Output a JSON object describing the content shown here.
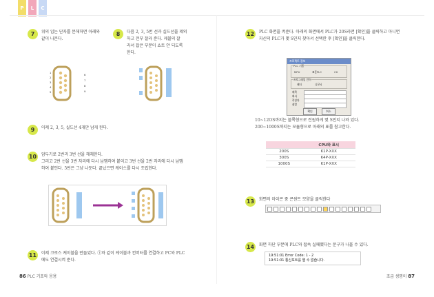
{
  "tabs": [
    "P",
    "L",
    "C"
  ],
  "colors": {
    "tab1": "#f3dd69",
    "tab2": "#f2a7ba",
    "tab3": "#c8d9f5",
    "step": "#d7e84a",
    "arrow": "#9b3294",
    "pin": "#9ec8ef"
  },
  "steps": [
    {
      "n": "7",
      "text": "위의 입는 단자를 분해하면 아래와\n같이 나온다."
    },
    {
      "n": "8",
      "text": "다음 2, 3, 5번 선과 실드선을 제외\n하고 전부 잘라 준다. 케블의 잘\n라서 잡은 부분이 쇼트 안 되도록\n한다."
    },
    {
      "n": "9",
      "text": "이제 2, 3, 5, 실드선 4개만 남게 된다."
    },
    {
      "n": "10",
      "text": "암두기로 2번과 3번 선을 해체한다.\n그리고 2번 선을 3번 자리에 다시 납땜하여 붙이고 3번 선을 2번 자리에 다시 납땜\n하여 붙인다. 5번은 그냥 나둔다. 끝났으면 케이스를 다시 조립한다."
    },
    {
      "n": "11",
      "text": "이제 크로스 케이블을 만들었다. ①와 같이 케이블과 컨버터를 연결하고 PC와 PLC\n에도 연결시켜 준다."
    },
    {
      "n": "12",
      "text": "PLC 화면을 켜준다. 아래의 화면에서 PLC가 20S라면 [확인]을 클릭하고 아니면\n자신의 PLC가 몇 S인지 찾아서 선택한 후 [확인]을 클릭한다."
    },
    {
      "n": "13",
      "text": "화면의 아이콘 중 콘센트 모양을 클릭한다"
    },
    {
      "n": "14",
      "text": "화면 하단 부분에 PLC와 접속 실패했다는 문구가 나올 수 있다."
    }
  ],
  "pin_numbers": [
    "1",
    "2",
    "3",
    "4",
    "5",
    "6",
    "7",
    "8",
    "9"
  ],
  "dialog": {
    "title": "프로젝트 정보",
    "group1": "PLC 기종",
    "radio": [
      "MPU",
      "표준PLC",
      "CX"
    ],
    "group2": "프로그래밍 언어",
    "lang": [
      "래더",
      "니모닉"
    ],
    "fields": [
      "제목",
      "회사",
      "작성자",
      "설명"
    ],
    "ok": "확인",
    "cancel": "취소"
  },
  "step12_note": "10~12OS까지는 블록형으로 전원하게 몇 S인지 나와 있다.\n200~1000S까지는 모듈형으로 아래의 표를 참고한다.",
  "cpu_table": {
    "header": [
      "",
      "CPU와 표시"
    ],
    "rows": [
      [
        "200S",
        "K1P-XXX"
      ],
      [
        "300S",
        "K4P-XXX"
      ],
      [
        "1000S",
        "K1P-XXX"
      ]
    ]
  },
  "log_lines": [
    "19:51:01 Error Code: 1 - 2",
    "19:51:01 통신포트를 열 수 없습니다."
  ],
  "footer_left": {
    "page": "86",
    "section": "PLC 기초와 응용"
  },
  "footer_right": {
    "section": "초급 생명이",
    "page": "87"
  }
}
